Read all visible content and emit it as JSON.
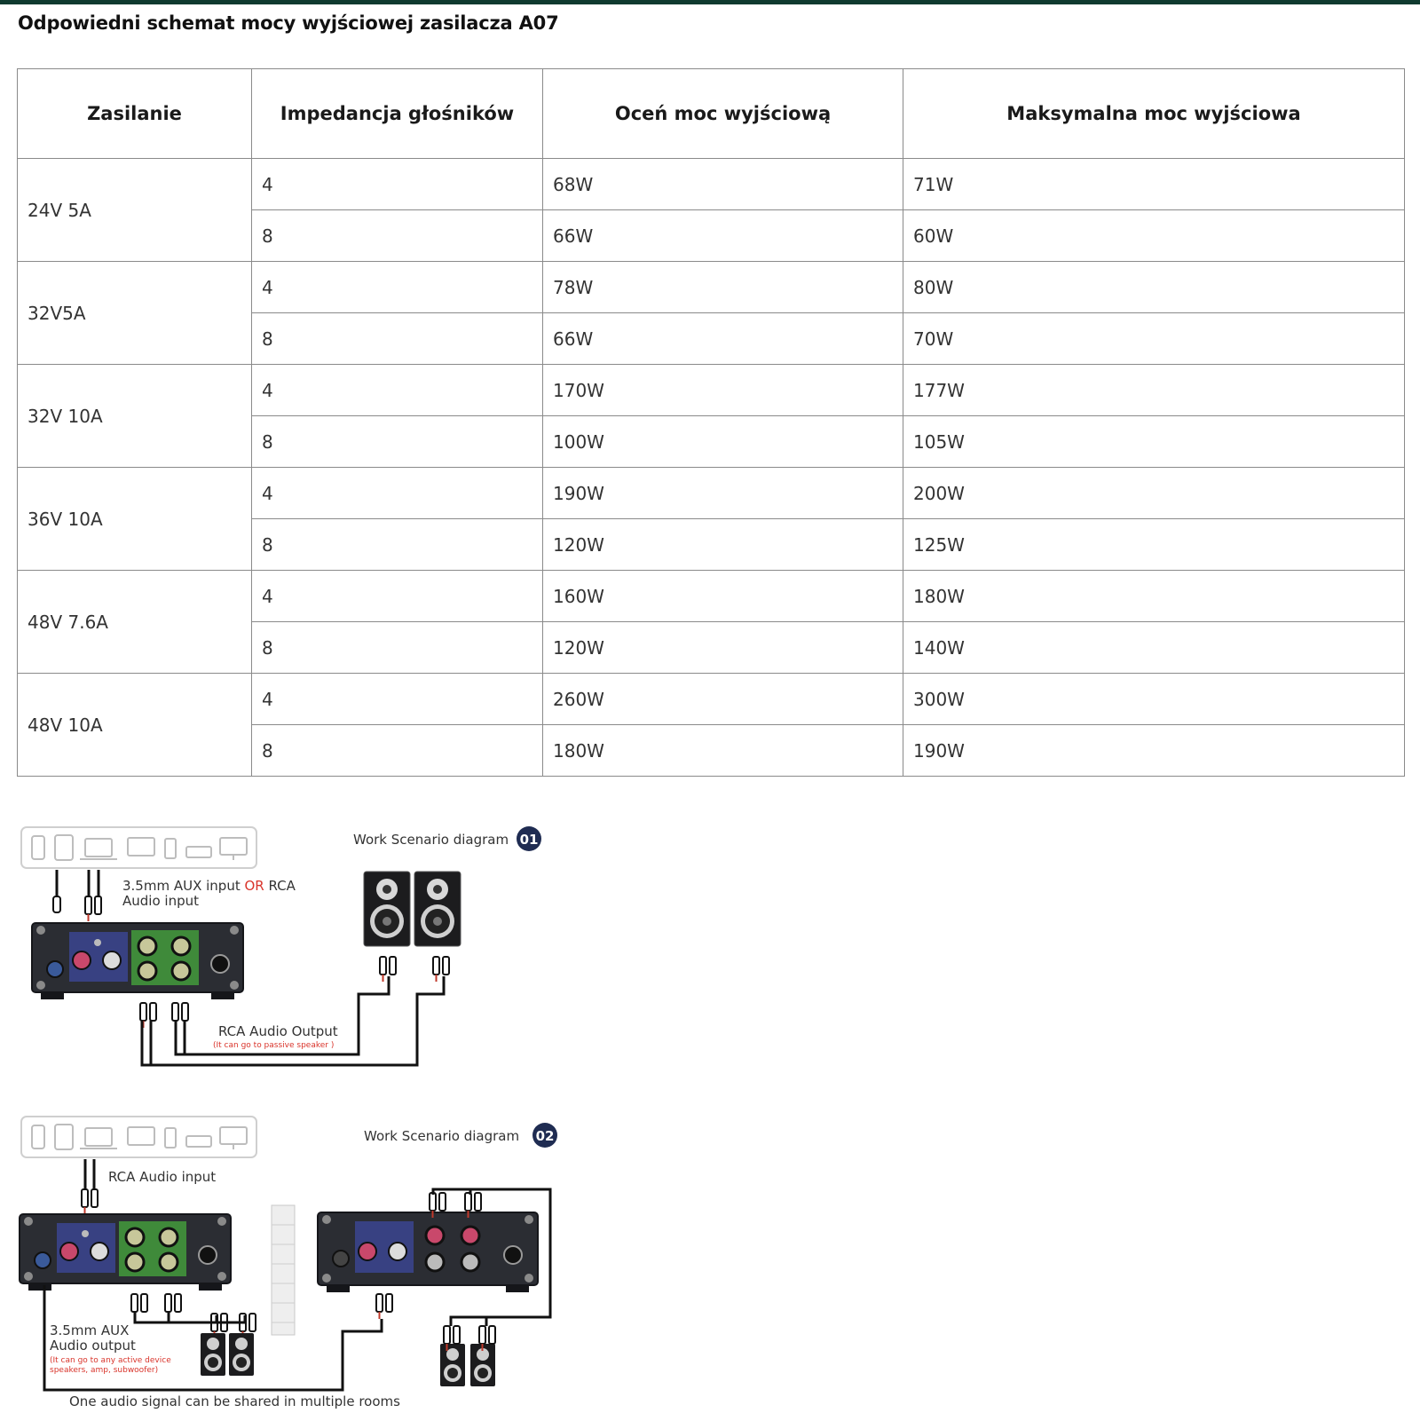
{
  "title": "Odpowiedni schemat mocy wyjściowej zasilacza A07",
  "table": {
    "headers": [
      "Zasilanie",
      "Impedancja głośników",
      "Oceń moc wyjściową",
      "Maksymalna moc wyjściowa"
    ],
    "groups": [
      {
        "supply": "24V 5A",
        "rows": [
          {
            "impedance": "4",
            "rated": "68W",
            "max": "71W"
          },
          {
            "impedance": "8",
            "rated": "66W",
            "max": "60W"
          }
        ]
      },
      {
        "supply": "32V5A",
        "rows": [
          {
            "impedance": "4",
            "rated": "78W",
            "max": "80W"
          },
          {
            "impedance": "8",
            "rated": "66W",
            "max": "70W"
          }
        ]
      },
      {
        "supply": "32V 10A",
        "rows": [
          {
            "impedance": "4",
            "rated": "170W",
            "max": "177W"
          },
          {
            "impedance": "8",
            "rated": "100W",
            "max": "105W"
          }
        ]
      },
      {
        "supply": "36V 10A",
        "rows": [
          {
            "impedance": "4",
            "rated": "190W",
            "max": "200W"
          },
          {
            "impedance": "8",
            "rated": "120W",
            "max": "125W"
          }
        ]
      },
      {
        "supply": "48V 7.6A",
        "rows": [
          {
            "impedance": "4",
            "rated": "160W",
            "max": "180W"
          },
          {
            "impedance": "8",
            "rated": "120W",
            "max": "140W"
          }
        ]
      },
      {
        "supply": "48V 10A",
        "rows": [
          {
            "impedance": "4",
            "rated": "260W",
            "max": "300W"
          },
          {
            "impedance": "8",
            "rated": "180W",
            "max": "190W"
          }
        ]
      }
    ]
  },
  "diagram1": {
    "title": "Work Scenario diagram",
    "badge": "01",
    "input_label_part1": "3.5mm AUX input ",
    "input_label_or": "OR",
    "input_label_part2": " RCA",
    "input_label_line2": "Audio input",
    "output_label": "RCA Audio Output",
    "output_note": "(It can go to passive speaker )"
  },
  "diagram2": {
    "title": "Work Scenario diagram",
    "badge": "02",
    "input_label": "RCA Audio input",
    "aux_label_line1": "3.5mm AUX",
    "aux_label_line2": "Audio output",
    "aux_note_line1": "(It can go to any active device",
    "aux_note_line2": "speakers, amp, subwoofer)",
    "footer": "One audio signal can be shared in multiple rooms"
  },
  "colors": {
    "accent_bar": "#0f3a2f",
    "or_text": "#d9342b",
    "amp_body": "#2b2d33",
    "green_panel": "#3f8a3a",
    "blue_panel": "#3b4590"
  }
}
